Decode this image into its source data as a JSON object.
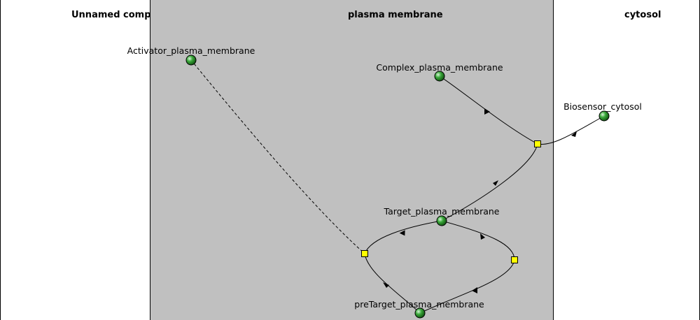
{
  "compartments": {
    "unnamed": "Unnamed comp",
    "plasma_membrane": "plasma membrane",
    "cytosol": "cytosol"
  },
  "species": {
    "activator": "Activator_plasma_membrane",
    "complex": "Complex_plasma_membrane",
    "biosensor": "Biosensor_cytosol",
    "target": "Target_plasma_membrane",
    "pretarget": "preTarget_plasma_membrane"
  },
  "colors": {
    "membrane_fill": "#c0c0c0",
    "species_node": "#2e9a2e",
    "reaction_node": "#ffff00"
  }
}
